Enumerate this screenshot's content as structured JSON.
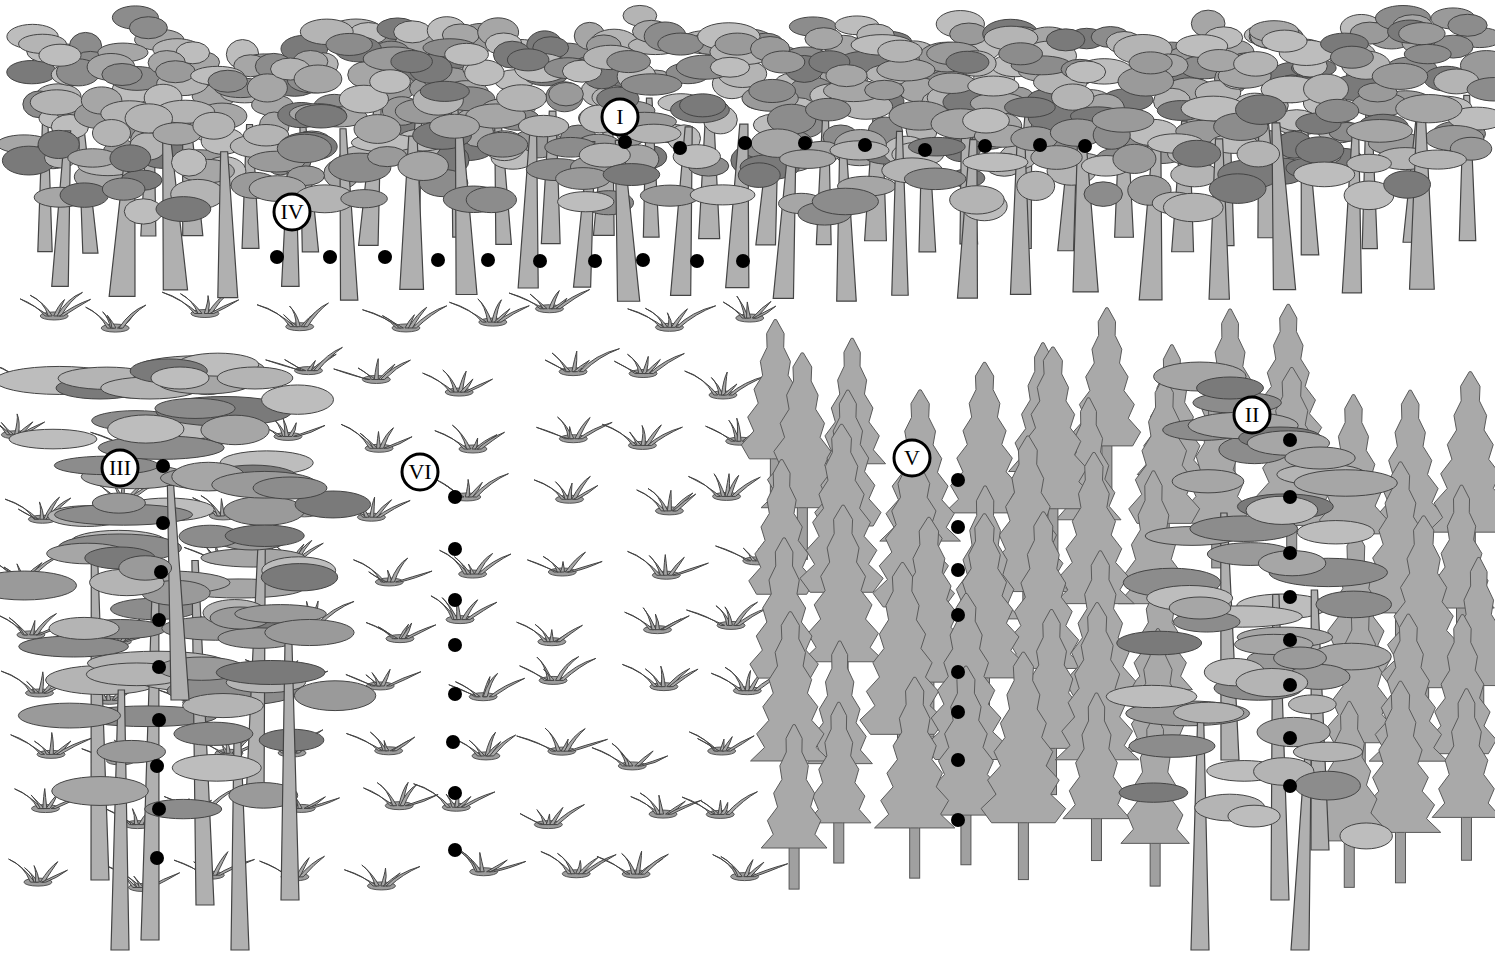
{
  "diagram": {
    "nodes": [
      {
        "text": [
          "I"
        ]
      },
      {
        "text": [
          "IV"
        ]
      },
      {
        "text": [
          "III"
        ]
      },
      {
        "text": [
          "VI"
        ]
      },
      {
        "text": [
          "V"
        ]
      },
      {
        "text": [
          "II"
        ]
      }
    ]
  }
}
